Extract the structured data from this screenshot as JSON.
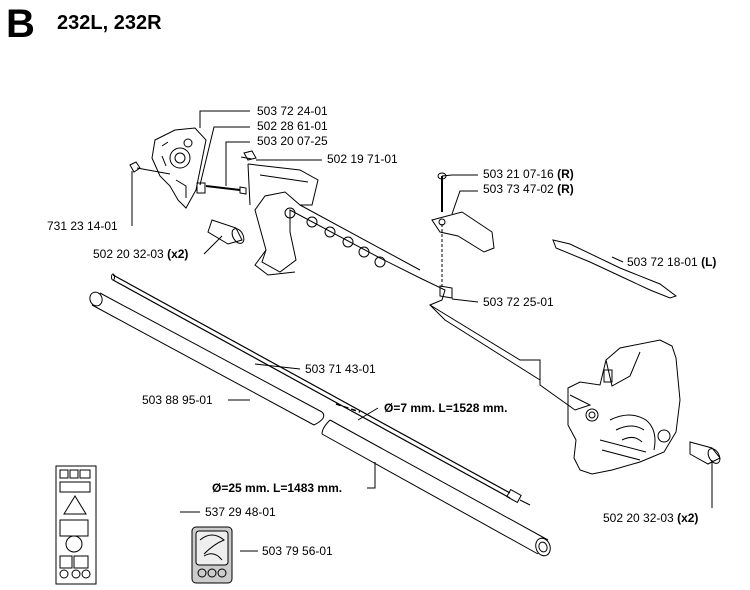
{
  "header": {
    "section": "B",
    "models": "232L, 232R"
  },
  "parts": {
    "p_503722401": "503 72 24-01",
    "p_502286101": "502 28 61-01",
    "p_503200725": "503 20 07-25",
    "p_502197101": "502 19 71-01",
    "p_731231401": "731 23 14-01",
    "p_502203203_top": {
      "num": "502 20 32-03",
      "qty": "(x2)"
    },
    "p_503210716": {
      "num": "503 21 07-16",
      "side": "(R)"
    },
    "p_503734702": {
      "num": "503 73 47-02",
      "side": "(R)"
    },
    "p_503721801": {
      "num": "503 72 18-01",
      "side": "(L)"
    },
    "p_503722501": "503 72 25-01",
    "p_503714301": "503 71 43-01",
    "p_503889501": "503 88 95-01",
    "p_537294801": "537 29 48-01",
    "p_503795601": "503 79 56-01",
    "p_502203203_bot": {
      "num": "502 20 32-03",
      "qty": "(x2)"
    }
  },
  "dimensions": {
    "shaft": "Ø=7 mm. L=1528 mm.",
    "tube": "Ø=25 mm. L=1483 mm."
  }
}
